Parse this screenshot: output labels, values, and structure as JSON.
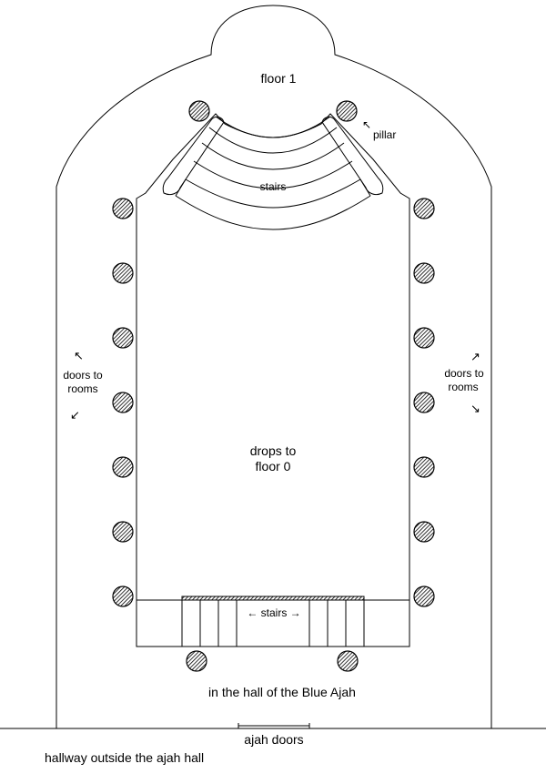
{
  "floor_label": "floor 1",
  "pillar_label": "pillar",
  "pillar_arrow": "↖",
  "upper_stairs_label": "stairs",
  "doors_left_line1": "doors to",
  "doors_left_line2": "rooms",
  "doors_right_line1": "doors to",
  "doors_right_line2": "rooms",
  "arrow_up_left": "↖",
  "arrow_down_left": "↙",
  "arrow_up_right": "↗",
  "arrow_down_right": "↘",
  "drop_line1": "drops to",
  "drop_line2": "floor 0",
  "lower_stairs_label": "← stairs →",
  "hall_label": "in the hall of the Blue Ajah",
  "ajah_doors_label": "ajah doors",
  "hallway_label": "hallway outside the ajah hall"
}
